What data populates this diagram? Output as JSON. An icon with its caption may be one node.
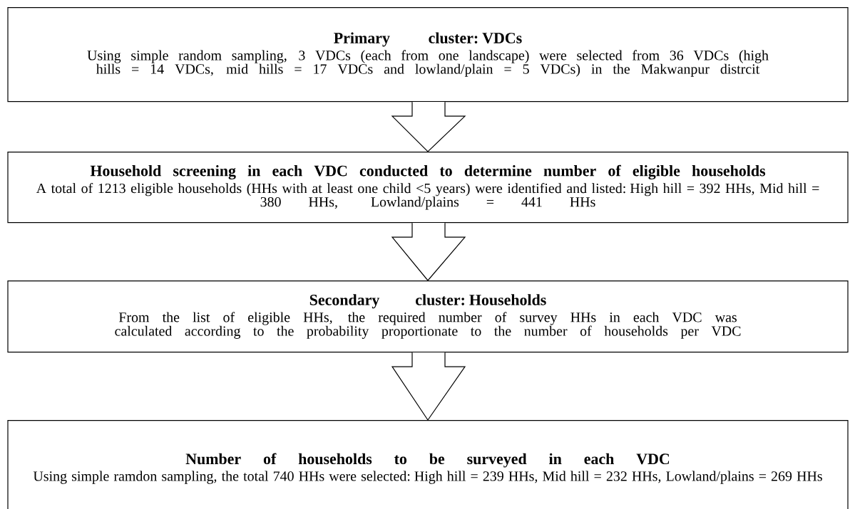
{
  "diagram": {
    "nodes": [
      {
        "text": [
          "Primary cluster: VDCs",
          "Using simple random sampling, 3 VDCs (each from one landscape) were selected from 36 VDCs (high hills = 14 VDCs, mid hills = 17 VDCs and lowland/plain = 5 VDCs) in the Makwanpur distrcit"
        ]
      },
      {
        "text": [
          "Household screening in each VDC conducted to determine number of eligible households",
          "A total of 1213 eligible households (HHs with at least one child <5 years) were identified and listed: High hill = 392 HHs, Mid hill = 380 HHs, Lowland/plains = 441 HHs"
        ]
      },
      {
        "text": [
          "Secondary cluster: Households",
          "From the list of eligible HHs, the required number of survey HHs in each VDC was calculated according to the probability proportionate to the number of households per VDC"
        ]
      },
      {
        "text": [
          "Number of households to be surveyed in each VDC",
          "Using simple ramdon sampling, the total 740 HHs were selected: High hill = 239 HHs, Mid hill = 232 HHs, Lowland/plains = 269 HHs"
        ]
      }
    ],
    "edges": [
      {
        "from": 0,
        "to": 1,
        "arrow": "to"
      },
      {
        "from": 1,
        "to": 2,
        "arrow": "to"
      },
      {
        "from": 2,
        "to": 3,
        "arrow": "to"
      }
    ]
  }
}
